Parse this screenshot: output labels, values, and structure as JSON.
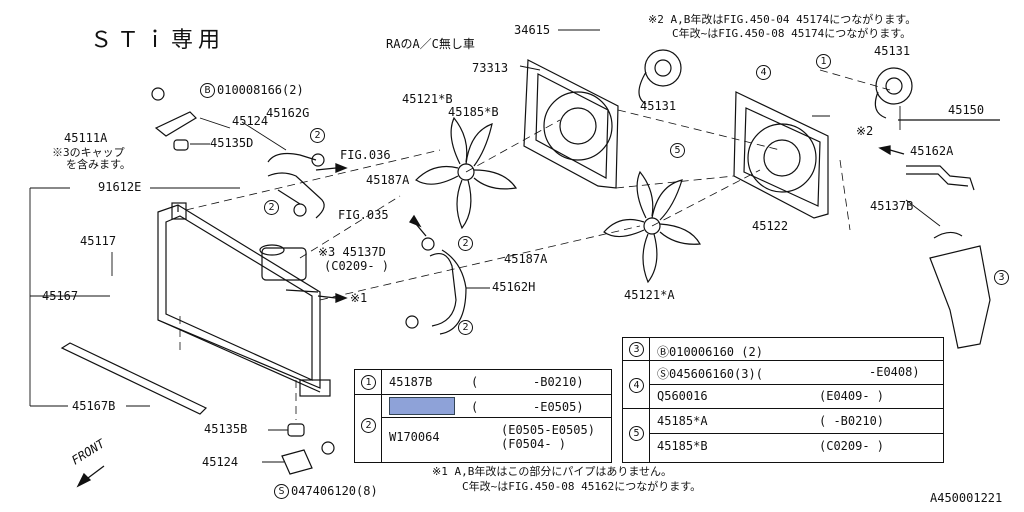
{
  "title": "ＳＴｉ専用",
  "top_note_1": "※2 A,B年改はFIG.450-04 45174につながります。",
  "top_note_2": "C年改~はFIG.450-08 45174につながります。",
  "ra_note": "RAのA／C無し車",
  "labels": {
    "p34615": "34615",
    "p73313": "73313",
    "p45131a": "45131",
    "p45131b": "45131",
    "p45150": "45150",
    "p45162a": "45162A",
    "p45137b": "45137B",
    "p45122": "45122",
    "p45121b": "45121*B",
    "p45185b": "45185*B",
    "p45187a_1": "45187A",
    "p45187a_2": "45187A",
    "p45121a": "45121*A",
    "p45124_top": "45124",
    "p45135d": "45135D",
    "p45162g": "45162G",
    "p45111a": "45111A",
    "note3": "※3のキャップ",
    "note3b": "を含みます。",
    "p91612e": "91612E",
    "p45117": "45117",
    "p45167": "45167",
    "p45167b": "45167B",
    "p45135b": "45135B",
    "p45124_bot": "45124",
    "p45137d": "※3 45137D",
    "p45137d_date": "(C0209-   )",
    "p45162h": "45162H",
    "fig036": "FIG.036",
    "fig035": "FIG.035",
    "star1": "※1",
    "star2": "※2",
    "bolt_b": "010008166(2)",
    "bolt_s": "047406120(8)",
    "c1": "1",
    "c2": "2",
    "c3": "3",
    "c4": "4",
    "c5": "5"
  },
  "table_left": {
    "rows": [
      {
        "num": "1",
        "part": "45187B",
        "open": "(",
        "range": "-B0210)"
      },
      {
        "num": "2",
        "part": "",
        "open": "(",
        "range": "-E0505)"
      },
      {
        "num": "",
        "part": "W170064",
        "open": "",
        "range": "(E0505-E0505)"
      },
      {
        "num": "",
        "part": "",
        "open": "",
        "range": "(F0504-      )"
      }
    ]
  },
  "table_right": {
    "rows": [
      {
        "num": "3",
        "part": "Ⓑ010006160 (2)",
        "range": ""
      },
      {
        "num": "4",
        "part": "Ⓢ045606160(3)(",
        "range": "-E0408)"
      },
      {
        "num": "",
        "part": "Q560016",
        "range": "(E0409-      )"
      },
      {
        "num": "5",
        "part": "45185*A",
        "range": "(     -B0210)"
      },
      {
        "num": "",
        "part": "45185*B",
        "range": "(C0209-      )"
      }
    ]
  },
  "bottom_note_1": "※1 A,B年改はこの部分にパイプはありません。",
  "bottom_note_2": "C年改~はFIG.450-08 45162につながります。",
  "front_label": "FRONT",
  "diagram_code": "A450001221"
}
